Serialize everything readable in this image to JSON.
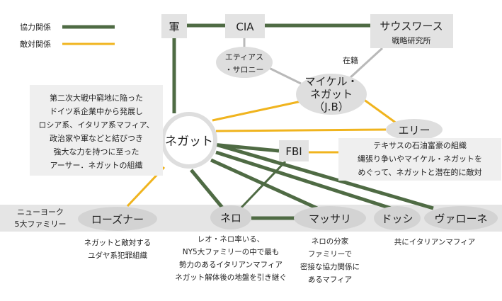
{
  "legend": {
    "cooperation": "協力関係",
    "hostile": "敵対関係"
  },
  "colors": {
    "cooperation": "#4f6b44",
    "hostile": "#f0b41e",
    "link_gray": "#b9b9b9",
    "box_fill": "#e3e3e3",
    "ellipse_fill": "#dedede",
    "band_fill": "#e5e5e5"
  },
  "nodes": {
    "army": "軍",
    "cia": "CIA",
    "southworth": [
      "サウスワース",
      "戦略研究所"
    ],
    "etias": [
      "エティアス",
      "・サロニー"
    ],
    "michael": [
      "マイケル・",
      "ネガット",
      "（J.B）"
    ],
    "negat": "ネガット",
    "fbi": "FBI",
    "ellie": "エリー",
    "rosner": "ローズナー",
    "nero": "ネロ",
    "massari": "マッサリ",
    "dossi": "ドッシ",
    "varone": "ヴァローネ"
  },
  "edge_labels": {
    "enrolled": "在籍"
  },
  "band_label": [
    "ニューヨーク",
    "5大ファミリー"
  ],
  "notes": {
    "negat": [
      "第二次大戦中窮地に陥った",
      "ドイツ系企業中から発展し",
      "ロシア系、イタリア系マフィア、",
      "政治家や軍などと結びつき",
      "強大な力を持つに至った",
      "アーサー．ネガットの組織"
    ],
    "ellie": [
      "テキサスの石油富豪の組織",
      "縄張り争いやマイケル・ネガットを",
      "めぐって、ネガットと潜在的に敵対"
    ],
    "rosner": [
      "ネガットと敵対する",
      "ユダヤ系犯罪組織"
    ],
    "nero": [
      "レオ・ネロ率いる、",
      "NY5大ファミリーの中で最も",
      "勢力のあるイタリアンマフィア",
      "ネガット解体後の地盤を引き継ぐ"
    ],
    "massari": [
      "ネロの分家",
      "ファミリーで",
      "密接な協力関係に",
      "あるマフィア"
    ],
    "dossi_varone": [
      "共にイタリアンマフィア"
    ]
  }
}
